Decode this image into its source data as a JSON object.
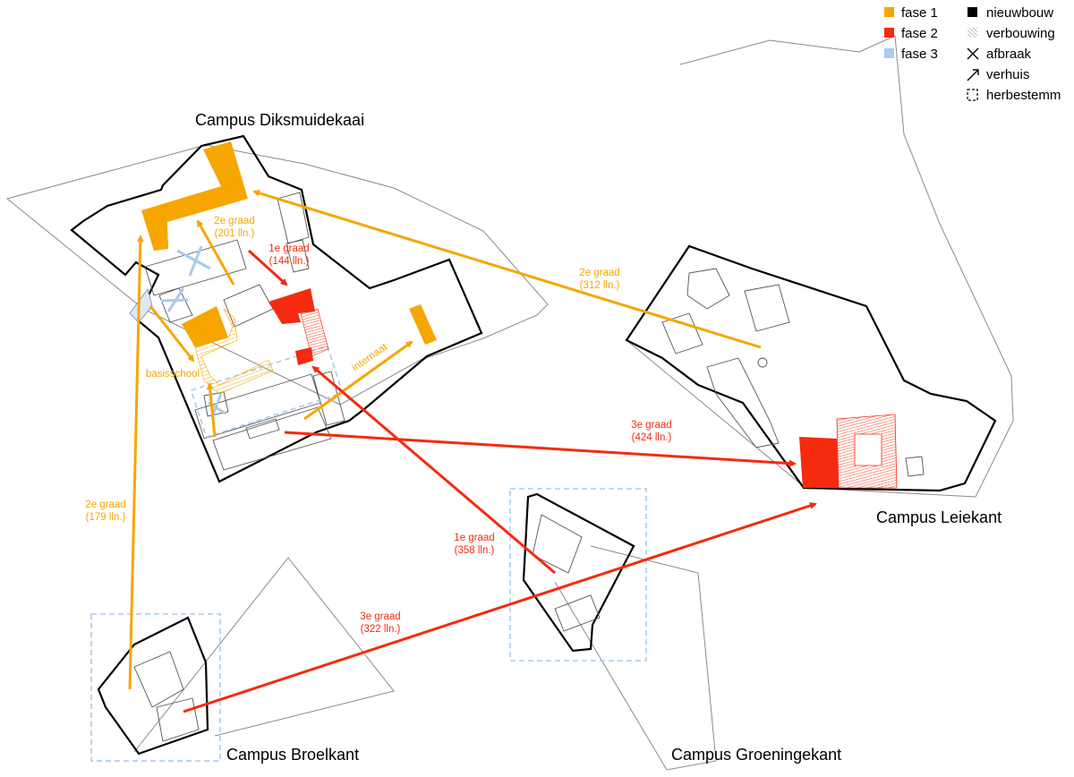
{
  "colors": {
    "fase1": "#f7a600",
    "fase2": "#f52a0f",
    "fase3": "#a9cbec",
    "building": "#000000"
  },
  "legend": {
    "phases": [
      {
        "label": "fase 1",
        "color": "#f7a600"
      },
      {
        "label": "fase 2",
        "color": "#f52a0f"
      },
      {
        "label": "fase 3",
        "color": "#a9cbec"
      }
    ],
    "types": [
      {
        "label": "nieuwbouw",
        "icon": "filled-square-icon"
      },
      {
        "label": "verbouwing",
        "icon": "hatched-square-icon"
      },
      {
        "label": "afbraak",
        "icon": "cross-icon"
      },
      {
        "label": "verhuis",
        "icon": "arrow-icon"
      },
      {
        "label": "herbestemm",
        "icon": "dashed-square-icon"
      }
    ]
  },
  "campuses": {
    "diksmuidekaai": "Campus Diksmuidekaai",
    "leiekant": "Campus Leiekant",
    "broelkant": "Campus Broelkant",
    "groeningekant": "Campus Groeningekant"
  },
  "moves": [
    {
      "line1": "2e graad",
      "line2": "(312 lln.)",
      "phase": "fase 1"
    },
    {
      "line1": "2e graad",
      "line2": "(179 lln.)",
      "phase": "fase 1"
    },
    {
      "line1": "2e graad",
      "line2": "(201 lln.)",
      "phase": "fase 1"
    },
    {
      "line1": "basisschool",
      "phase": "fase 1"
    },
    {
      "line1": "internaat",
      "phase": "fase 1"
    },
    {
      "line1": "1e graad",
      "line2": "(144 lln.)",
      "phase": "fase 2"
    },
    {
      "line1": "1e graad",
      "line2": "(358 lln.)",
      "phase": "fase 2"
    },
    {
      "line1": "3e graad",
      "line2": "(424 lln.)",
      "phase": "fase 2"
    },
    {
      "line1": "3e graad",
      "line2": "(322 lln.)",
      "phase": "fase 2"
    }
  ]
}
